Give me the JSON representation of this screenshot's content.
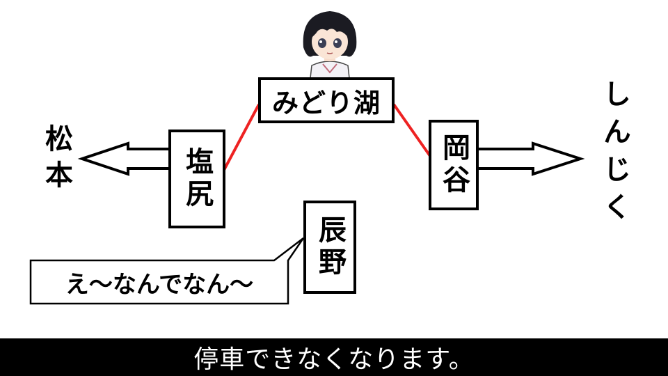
{
  "stations": {
    "midoriko": "みどり湖",
    "shiojiri": "塩尻",
    "okaya": "岡谷",
    "tatsuno": "辰野"
  },
  "directions": {
    "left": "松本",
    "right": "しんじく"
  },
  "speech_bubble": "え～なんでなん～",
  "subtitle": "停車できなくなります。",
  "colors": {
    "connector": "#ee2222",
    "subtitle_bar": "#000000",
    "subtitle_text": "#ffffff"
  },
  "icons": {
    "character": "anime-girl-portrait"
  }
}
